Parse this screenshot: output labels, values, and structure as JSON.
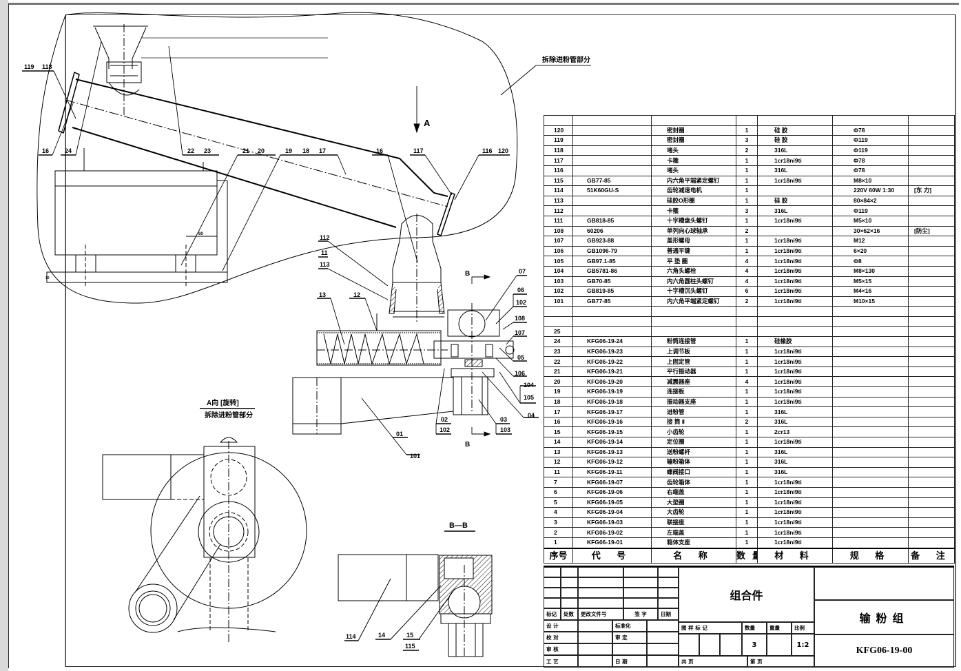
{
  "drawing": {
    "title": "组合件",
    "product_name": "输粉组",
    "drawing_number": "KFG06-19-00",
    "quantity": "3",
    "scale": "1:2"
  },
  "annotations": {
    "removed_feed_pipe": "拆除进粉管部分",
    "view_a_arrow": "A",
    "view_a_title": "A向 [旋转]",
    "view_a_subtitle": "拆除进粉管部分",
    "section_b_title": "B—B",
    "section_b_marker": "B",
    "dim_60": "60",
    "dim_small": "10"
  },
  "balloons": {
    "b119": "119",
    "b118": "118",
    "b16a": "16",
    "b24": "24",
    "b22": "22",
    "b23": "23",
    "b21": "21",
    "b20": "20",
    "b19": "19",
    "b18": "18",
    "b17": "17",
    "b16b": "16",
    "b117": "117",
    "b116": "116",
    "b120": "120",
    "b112": "112",
    "b11": "11",
    "b113": "113",
    "b13": "13",
    "b12": "12",
    "b07": "07",
    "b06": "06",
    "b102a": "102",
    "b108": "108",
    "b107": "107",
    "b05": "05",
    "b106": "106",
    "b104": "104",
    "b105": "105",
    "b04": "04",
    "b03": "03",
    "b103": "103",
    "b02": "02",
    "b102b": "102",
    "b01": "01",
    "b101": "101",
    "b114": "114",
    "b14": "14",
    "b15": "15",
    "b115": "115"
  },
  "bom": {
    "headers": [
      "序号",
      "代  号",
      "名  称",
      "数量",
      "材  料",
      "规  格",
      "备 注"
    ],
    "rows": [
      {
        "no": "",
        "code": "",
        "name": "",
        "qty": "",
        "material": "",
        "spec": "",
        "remark": ""
      },
      {
        "no": "120",
        "code": "",
        "name": "密封圈",
        "qty": "1",
        "material": "硅  胶",
        "spec": "Φ78",
        "remark": ""
      },
      {
        "no": "119",
        "code": "",
        "name": "密封圈",
        "qty": "3",
        "material": "硅  胶",
        "spec": "Φ119",
        "remark": ""
      },
      {
        "no": "118",
        "code": "",
        "name": "堵头",
        "qty": "2",
        "material": "316L",
        "spec": "Φ119",
        "remark": ""
      },
      {
        "no": "117",
        "code": "",
        "name": "卡箍",
        "qty": "1",
        "material": "1cr18ni9ti",
        "spec": "Φ78",
        "remark": ""
      },
      {
        "no": "116",
        "code": "",
        "name": "堵头",
        "qty": "1",
        "material": "316L",
        "spec": "Φ78",
        "remark": ""
      },
      {
        "no": "115",
        "code": "GB77-85",
        "name": "内六角平端紧定螺钉",
        "qty": "1",
        "material": "1cr18ni9ti",
        "spec": "M8×10",
        "remark": ""
      },
      {
        "no": "114",
        "code": "51K60GU-S",
        "name": "齿轮减速电机",
        "qty": "1",
        "material": "",
        "spec": "220V 60W    1:30",
        "remark": "[东 力]"
      },
      {
        "no": "113",
        "code": "",
        "name": "硅胶O形圈",
        "qty": "1",
        "material": "硅  胶",
        "spec": "80×84×2",
        "remark": ""
      },
      {
        "no": "112",
        "code": "",
        "name": "卡箍",
        "qty": "3",
        "material": "316L",
        "spec": "Φ119",
        "remark": ""
      },
      {
        "no": "111",
        "code": "GB818-85",
        "name": "十字槽盘头螺钉",
        "qty": "1",
        "material": "1cr18ni9ti",
        "spec": "M5×10",
        "remark": ""
      },
      {
        "no": "108",
        "code": "60206",
        "name": "单列向心球轴承",
        "qty": "2",
        "material": "",
        "spec": "30×62×16",
        "remark": "[防尘]"
      },
      {
        "no": "107",
        "code": "GB923-88",
        "name": "盖形螺母",
        "qty": "1",
        "material": "1cr18ni9ti",
        "spec": "M12",
        "remark": ""
      },
      {
        "no": "106",
        "code": "GB1096-79",
        "name": "普通平键",
        "qty": "1",
        "material": "1cr18ni9ti",
        "spec": "6×20",
        "remark": ""
      },
      {
        "no": "105",
        "code": "GB97.1-85",
        "name": "平 垫 圈",
        "qty": "4",
        "material": "1cr18ni9ti",
        "spec": "Φ8",
        "remark": ""
      },
      {
        "no": "104",
        "code": "GB5781-86",
        "name": "六角头螺栓",
        "qty": "4",
        "material": "1cr18ni9ti",
        "spec": "M8×130",
        "remark": ""
      },
      {
        "no": "103",
        "code": "GB70-85",
        "name": "内六角圆柱头螺钉",
        "qty": "4",
        "material": "1cr18ni9ti",
        "spec": "M5×15",
        "remark": ""
      },
      {
        "no": "102",
        "code": "GB819-85",
        "name": "十字槽沉头螺钉",
        "qty": "6",
        "material": "1cr18ni9ti",
        "spec": "M4×16",
        "remark": ""
      },
      {
        "no": "101",
        "code": "GB77-85",
        "name": "内六角平端紧定螺钉",
        "qty": "2",
        "material": "1cr18ni9ti",
        "spec": "M10×15",
        "remark": ""
      },
      {
        "no": "",
        "code": "",
        "name": "",
        "qty": "",
        "material": "",
        "spec": "",
        "remark": ""
      },
      {
        "no": "",
        "code": "",
        "name": "",
        "qty": "",
        "material": "",
        "spec": "",
        "remark": ""
      },
      {
        "no": "25",
        "code": "",
        "name": "",
        "qty": "",
        "material": "",
        "spec": "",
        "remark": ""
      },
      {
        "no": "24",
        "code": "KFG06-19-24",
        "name": "粉筒连接管",
        "qty": "1",
        "material": "硅橡胶",
        "spec": "",
        "remark": ""
      },
      {
        "no": "23",
        "code": "KFG06-19-23",
        "name": "上调节板",
        "qty": "1",
        "material": "1cr18ni9ti",
        "spec": "",
        "remark": ""
      },
      {
        "no": "22",
        "code": "KFG06-19-22",
        "name": "上固定管",
        "qty": "1",
        "material": "1cr18ni9ti",
        "spec": "",
        "remark": ""
      },
      {
        "no": "21",
        "code": "KFG06-19-21",
        "name": "平行振动器",
        "qty": "1",
        "material": "1cr18ni9ti",
        "spec": "",
        "remark": ""
      },
      {
        "no": "20",
        "code": "KFG06-19-20",
        "name": "减震器座",
        "qty": "4",
        "material": "1cr18ni9ti",
        "spec": "",
        "remark": ""
      },
      {
        "no": "19",
        "code": "KFG06-19-19",
        "name": "连接板",
        "qty": "1",
        "material": "1cr18ni9ti",
        "spec": "",
        "remark": ""
      },
      {
        "no": "18",
        "code": "KFG06-19-18",
        "name": "振动器支座",
        "qty": "1",
        "material": "1cr18ni9ti",
        "spec": "",
        "remark": ""
      },
      {
        "no": "17",
        "code": "KFG06-19-17",
        "name": "进粉管",
        "qty": "1",
        "material": "316L",
        "spec": "",
        "remark": ""
      },
      {
        "no": "16",
        "code": "KFG06-19-16",
        "name": "接  筒 Ⅱ",
        "qty": "2",
        "material": "316L",
        "spec": "",
        "remark": ""
      },
      {
        "no": "15",
        "code": "KFG06-19-15",
        "name": "小齿轮",
        "qty": "1",
        "material": "2cr13",
        "spec": "",
        "remark": ""
      },
      {
        "no": "14",
        "code": "KFG06-19-14",
        "name": "定位圈",
        "qty": "1",
        "material": "1cr18ni9ti",
        "spec": "",
        "remark": ""
      },
      {
        "no": "13",
        "code": "KFG06-19-13",
        "name": "送粉螺杆",
        "qty": "1",
        "material": "316L",
        "spec": "",
        "remark": ""
      },
      {
        "no": "12",
        "code": "KFG06-19-12",
        "name": "输粉箱体",
        "qty": "1",
        "material": "316L",
        "spec": "",
        "remark": ""
      },
      {
        "no": "11",
        "code": "KFG06-19-11",
        "name": "蝶阀接口",
        "qty": "1",
        "material": "316L",
        "spec": "",
        "remark": ""
      },
      {
        "no": "7",
        "code": "KFG06-19-07",
        "name": "齿轮箱体",
        "qty": "1",
        "material": "1cr18ni9ti",
        "spec": "",
        "remark": ""
      },
      {
        "no": "6",
        "code": "KFG06-19-06",
        "name": "右端盖",
        "qty": "1",
        "material": "1cr18ni9ti",
        "spec": "",
        "remark": ""
      },
      {
        "no": "5",
        "code": "KFG06-19-05",
        "name": "大垫圈",
        "qty": "1",
        "material": "1cr18ni9ti",
        "spec": "",
        "remark": ""
      },
      {
        "no": "4",
        "code": "KFG06-19-04",
        "name": "大齿轮",
        "qty": "1",
        "material": "1cr18ni9ti",
        "spec": "",
        "remark": ""
      },
      {
        "no": "3",
        "code": "KFG06-19-03",
        "name": "联接座",
        "qty": "1",
        "material": "1cr18ni9ti",
        "spec": "",
        "remark": ""
      },
      {
        "no": "2",
        "code": "KFG06-19-02",
        "name": "左端盖",
        "qty": "1",
        "material": "1cr18ni9ti",
        "spec": "",
        "remark": ""
      },
      {
        "no": "1",
        "code": "KFG06-19-01",
        "name": "箱体支座",
        "qty": "1",
        "material": "1cr18ni9ti",
        "spec": "",
        "remark": ""
      }
    ]
  },
  "title_block": {
    "rev_mark": "标记",
    "rev_count": "处数",
    "rev_doc": "更改文件号",
    "rev_sign": "签  字",
    "rev_date": "日期",
    "design": "设  计",
    "check": "校  对",
    "review": "审  核",
    "process": "工  艺",
    "standardize": "标准化",
    "approve": "审  定",
    "date": "日  期",
    "stage_mark": "图 样 标 记",
    "qty_label": "数量",
    "weight_label": "重量",
    "scale_label": "比例",
    "total_sheets": "共      页",
    "sheet_no": "第      页"
  }
}
